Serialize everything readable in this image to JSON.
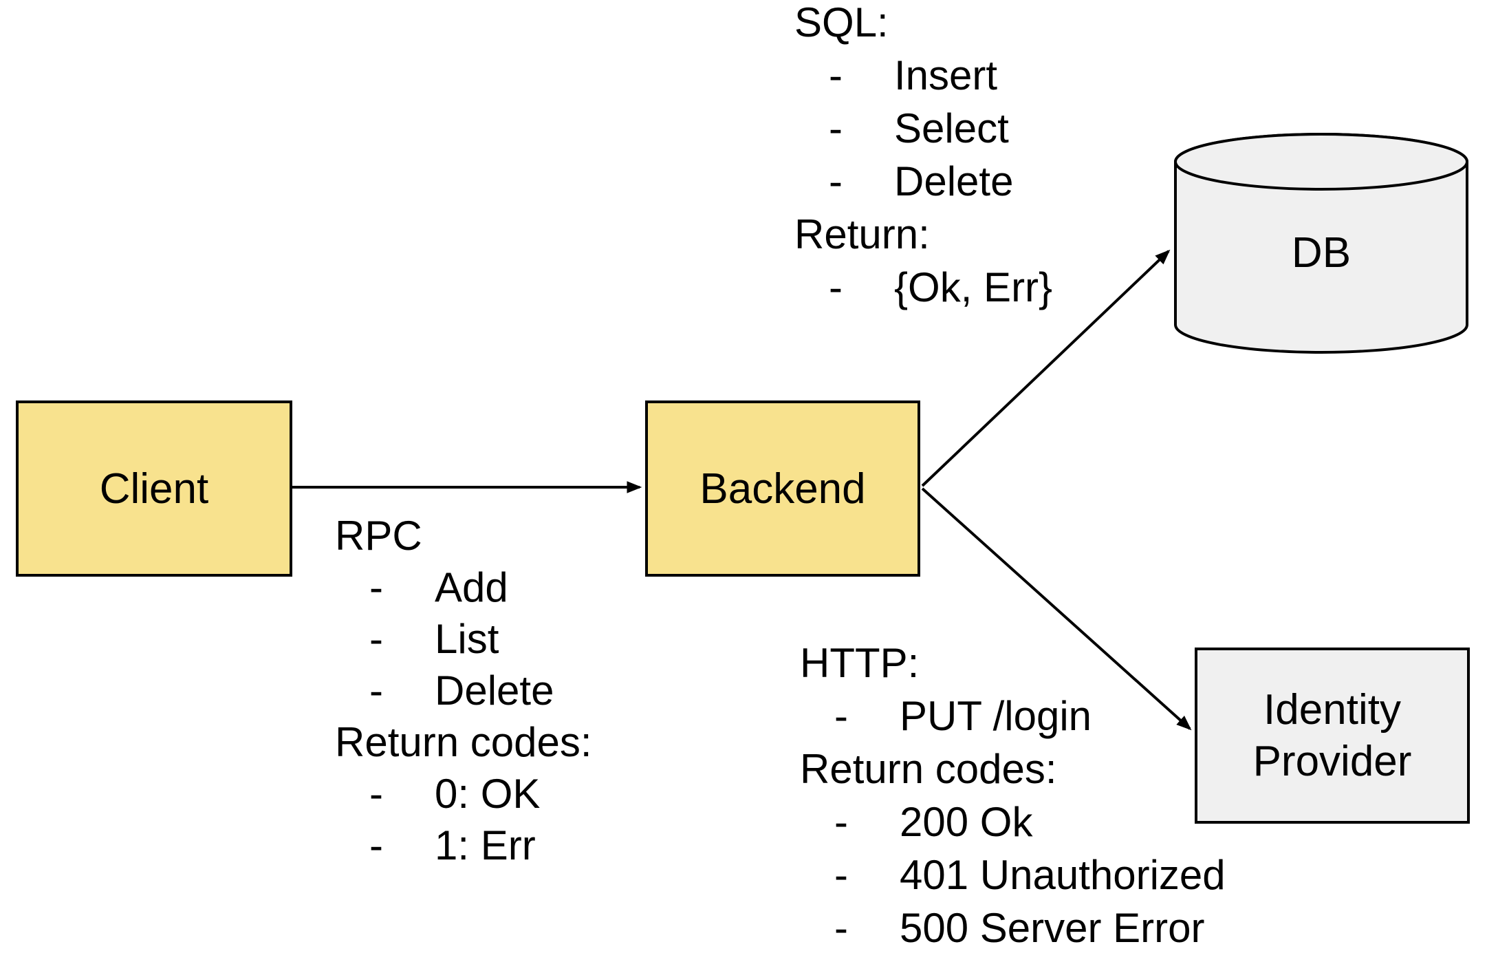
{
  "colors": {
    "background": "#ffffff",
    "service_fill": "#f8e28e",
    "store_fill": "#f0f0f0",
    "stroke": "#000000"
  },
  "nodes": {
    "client": {
      "label": "Client"
    },
    "backend": {
      "label": "Backend"
    },
    "db": {
      "label": "DB"
    },
    "identity_provider": {
      "label": "Identity Provider"
    }
  },
  "connectors": [
    {
      "from": "Client",
      "to": "Backend"
    },
    {
      "from": "Backend",
      "to": "DB"
    },
    {
      "from": "Backend",
      "to": "Identity Provider"
    }
  ],
  "annotations": {
    "sql": {
      "lines": [
        {
          "bullet": "",
          "text": "SQL:"
        },
        {
          "bullet": "-",
          "text": "Insert"
        },
        {
          "bullet": "-",
          "text": "Select"
        },
        {
          "bullet": "-",
          "text": "Delete"
        },
        {
          "bullet": "",
          "text": "Return:"
        },
        {
          "bullet": "-",
          "text": "{Ok, Err}"
        }
      ]
    },
    "rpc": {
      "lines": [
        {
          "bullet": "",
          "text": "RPC"
        },
        {
          "bullet": "-",
          "text": "Add"
        },
        {
          "bullet": "-",
          "text": "List"
        },
        {
          "bullet": "-",
          "text": "Delete"
        },
        {
          "bullet": "",
          "text": "Return codes:"
        },
        {
          "bullet": "-",
          "text": "0: OK"
        },
        {
          "bullet": "-",
          "text": "1: Err"
        }
      ]
    },
    "http": {
      "lines": [
        {
          "bullet": "",
          "text": "HTTP:"
        },
        {
          "bullet": "-",
          "text": "PUT /login"
        },
        {
          "bullet": "",
          "text": "Return codes:"
        },
        {
          "bullet": "-",
          "text": "200 Ok"
        },
        {
          "bullet": "-",
          "text": "401 Unauthorized"
        },
        {
          "bullet": "-",
          "text": "500 Server Error"
        }
      ]
    }
  }
}
